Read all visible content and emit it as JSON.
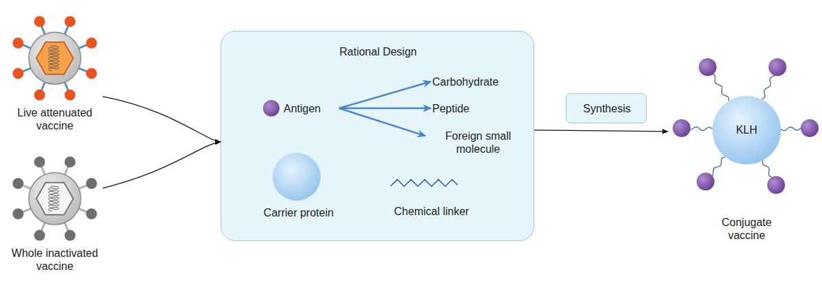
{
  "diagram": {
    "nodes": [
      {
        "text": [
          "Live attenuated vaccine"
        ]
      },
      {
        "text": [
          "Whole inactivated vaccine"
        ]
      },
      {
        "text": [
          "Rational Design"
        ]
      },
      {
        "text": [
          "Antigen"
        ],
        "in": 2
      },
      {
        "text": [
          "Carbohydrate"
        ],
        "in": 2
      },
      {
        "text": [
          "Peptide"
        ],
        "in": 2
      },
      {
        "text": [
          "Foreign small molecule"
        ],
        "in": 2
      },
      {
        "text": [
          "Carrier protein"
        ],
        "in": 2
      },
      {
        "text": [
          "Synthesis"
        ]
      },
      {
        "text": [
          "KLH",
          "Conjugate vaccine"
        ]
      }
    ],
    "edges": [
      {
        "from": 0,
        "to": 2,
        "arrow": "to"
      },
      {
        "from": 1,
        "to": 2,
        "arrow": "to"
      },
      {
        "from": 3,
        "to": 4,
        "arrow": "to"
      },
      {
        "from": 3,
        "to": 5,
        "arrow": "to"
      },
      {
        "from": 3,
        "to": 6,
        "arrow": "to"
      },
      {
        "from": 2,
        "to": 9,
        "arrow": "to"
      }
    ],
    "labels": [
      "Chemical linker"
    ]
  }
}
